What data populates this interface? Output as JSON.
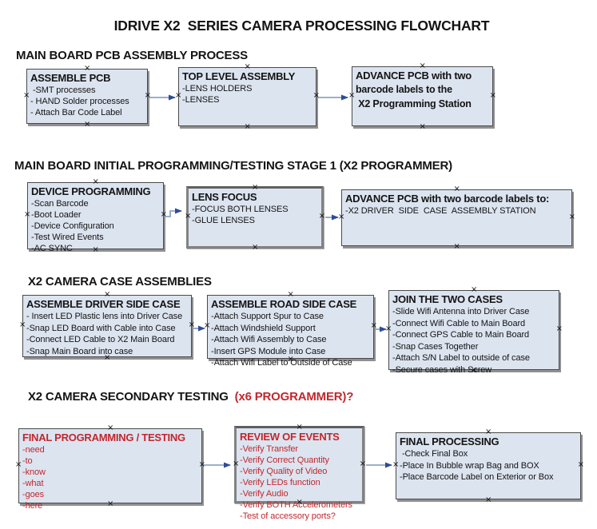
{
  "page_title": "IDRIVE X2  SERIES CAMERA PROCESSING FLOWCHART",
  "colors": {
    "box_fill": "#dce4f0",
    "box_border": "#4a4a4a",
    "box_shadow": "#909090",
    "text": "#141414",
    "red_accent": "#c1272d",
    "arrow_line": "#8ba4c6",
    "arrow_head": "#2e4d94"
  },
  "icons": {
    "connection_handle": "×"
  },
  "sections": [
    {
      "heading": "MAIN BOARD PCB ASSEMBLY PROCESS"
    },
    {
      "heading": "MAIN BOARD INITIAL PROGRAMMING/TESTING STAGE 1 (X2 PROGRAMMER)"
    },
    {
      "heading": "X2 CAMERA CASE ASSEMBLIES"
    },
    {
      "heading_main": "X2 CAMERA SECONDARY TESTING",
      "heading_accent": "  (x6 PROGRAMMER)?"
    }
  ],
  "boxes": [
    {
      "id": "assemble_pcb",
      "title": "ASSEMBLE PCB",
      "items": [
        " -SMT processes",
        "- HAND Solder processes",
        "- Attach Bar Code Label"
      ]
    },
    {
      "id": "top_level_assembly",
      "title": "TOP LEVEL ASSEMBLY",
      "items": [
        "-LENS HOLDERS",
        "-LENSES"
      ]
    },
    {
      "id": "advance_pcb_1",
      "title": "ADVANCE PCB with two",
      "all_bold": true,
      "items": [
        "barcode labels to the",
        " X2 Programming Station"
      ]
    },
    {
      "id": "device_programming",
      "title": "DEVICE PROGRAMMING",
      "items": [
        "-Scan Barcode",
        "-Boot Loader",
        "-Device Configuration",
        "-Test Wired Events",
        "-AC SYNC"
      ]
    },
    {
      "id": "lens_focus",
      "title": "LENS FOCUS",
      "thick_border": true,
      "items": [
        "-FOCUS BOTH LENSES",
        "-GLUE LENSES"
      ]
    },
    {
      "id": "advance_pcb_2",
      "title": "ADVANCE PCB with two barcode labels to:",
      "items": [
        "-X2 DRIVER  SIDE  CASE  ASSEMBLY STATION"
      ]
    },
    {
      "id": "assemble_driver_side_case",
      "title": "ASSEMBLE DRIVER SIDE CASE",
      "wide_items": true,
      "items": [
        "- Insert LED Plastic lens into Driver Case",
        "-Snap LED Board with Cable into Case",
        "-Connect LED Cable to X2 Main Board",
        "-Snap Main Board into case"
      ]
    },
    {
      "id": "assemble_road_side_case",
      "title": "ASSEMBLE ROAD SIDE CASE",
      "wide_items": true,
      "items": [
        "-Attach Support Spur to Case",
        "-Attach Windshield Support",
        "-Attach Wifi Assembly to Case",
        "-Insert GPS Module into Case",
        "-Attach Wifi Label to Outside of Case"
      ]
    },
    {
      "id": "join_the_two_cases",
      "title": "JOIN THE TWO CASES",
      "wide_items": true,
      "items": [
        "-Slide Wifi Antenna into Driver Case",
        "-Connect Wifi Cable to Main Board",
        "-Connect GPS Cable to Main Board",
        "-Snap Cases Together",
        "-Attach S/N Label to outside of case",
        "-Secure cases with Screw"
      ]
    },
    {
      "id": "final_programming_testing",
      "title": "FINAL PROGRAMMING / TESTING",
      "accent": true,
      "items": [
        "-need",
        "-to",
        "-know",
        "-what",
        "-goes",
        "-here"
      ]
    },
    {
      "id": "review_of_events",
      "title": "REVIEW OF EVENTS",
      "accent": true,
      "thick_border": true,
      "items": [
        "-Verify Transfer",
        "-Verify Correct Quantity",
        "-Verify Quality of Video",
        "-Verify LEDs function",
        "-Verify Audio",
        "-Verify BOTH Accelerometers",
        "-Test of accessory ports?"
      ]
    },
    {
      "id": "final_processing",
      "title": "FINAL PROCESSING",
      "wide_items": true,
      "items": [
        " -Check Final Box",
        "-Place In Bubble wrap Bag and BOX",
        "-Place Barcode Label on Exterior or Box"
      ]
    }
  ]
}
